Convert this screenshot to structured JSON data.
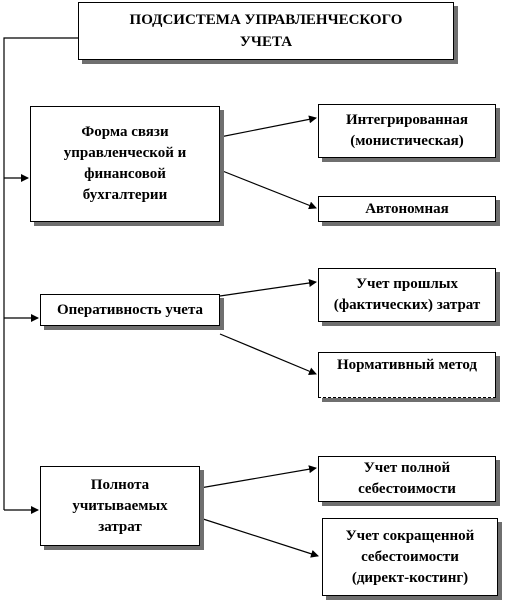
{
  "title": {
    "line1": "ПОДСИСТЕМА УПРАВЛЕНЧЕСКОГО",
    "line2": "УЧЕТА"
  },
  "categories": [
    {
      "id": "form",
      "lines": [
        "Форма связи",
        "управленческой и",
        "финансовой",
        "бухгалтерии"
      ],
      "options": [
        {
          "id": "integ",
          "lines": [
            "Интегрированная",
            "(монистическая)"
          ]
        },
        {
          "id": "auto",
          "lines": [
            "Автономная"
          ]
        }
      ]
    },
    {
      "id": "oper",
      "lines": [
        "Оперативность учета"
      ],
      "options": [
        {
          "id": "past",
          "lines": [
            "Учет прошлых",
            "(фактических) затрат"
          ]
        },
        {
          "id": "norm",
          "lines": [
            "Нормативный метод"
          ]
        }
      ]
    },
    {
      "id": "full",
      "lines": [
        "Полнота",
        "учитываемых",
        "затрат"
      ],
      "options": [
        {
          "id": "fullc",
          "lines": [
            "Учет полной",
            "себестоимости"
          ]
        },
        {
          "id": "short",
          "lines": [
            "Учет сокращенной",
            "себестоимости",
            "(директ-костинг)"
          ]
        }
      ]
    }
  ]
}
